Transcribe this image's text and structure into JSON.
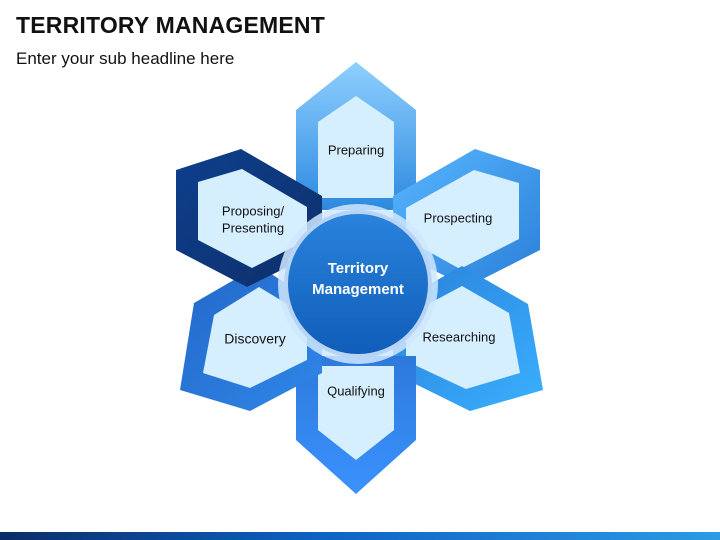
{
  "header": {
    "title": "TERRITORY MANAGEMENT",
    "subtitle": "Enter your sub headline here"
  },
  "diagram": {
    "center": {
      "line1": "Territory",
      "line2": "Management"
    },
    "steps": [
      {
        "id": "preparing",
        "label_lines": [
          "Preparing"
        ],
        "color": "#5bb1f0"
      },
      {
        "id": "prospecting",
        "label_lines": [
          "Prospecting"
        ],
        "color": "#3d9ae8"
      },
      {
        "id": "researching",
        "label_lines": [
          "Researching"
        ],
        "color": "#2f86df"
      },
      {
        "id": "qualifying",
        "label_lines": [
          "Qualifying"
        ],
        "color": "#1f6fd0"
      },
      {
        "id": "discovery",
        "label_lines": [
          "Discovery"
        ],
        "color": "#165cbd"
      },
      {
        "id": "proposing-presenting",
        "label_lines": [
          "Proposing/",
          "Presenting"
        ],
        "color": "#0f3f86"
      }
    ]
  },
  "colors": {
    "inner_fill": "#cfe8ff",
    "center_fill": "#1769c7",
    "center_stroke": "#a9c9ee"
  }
}
